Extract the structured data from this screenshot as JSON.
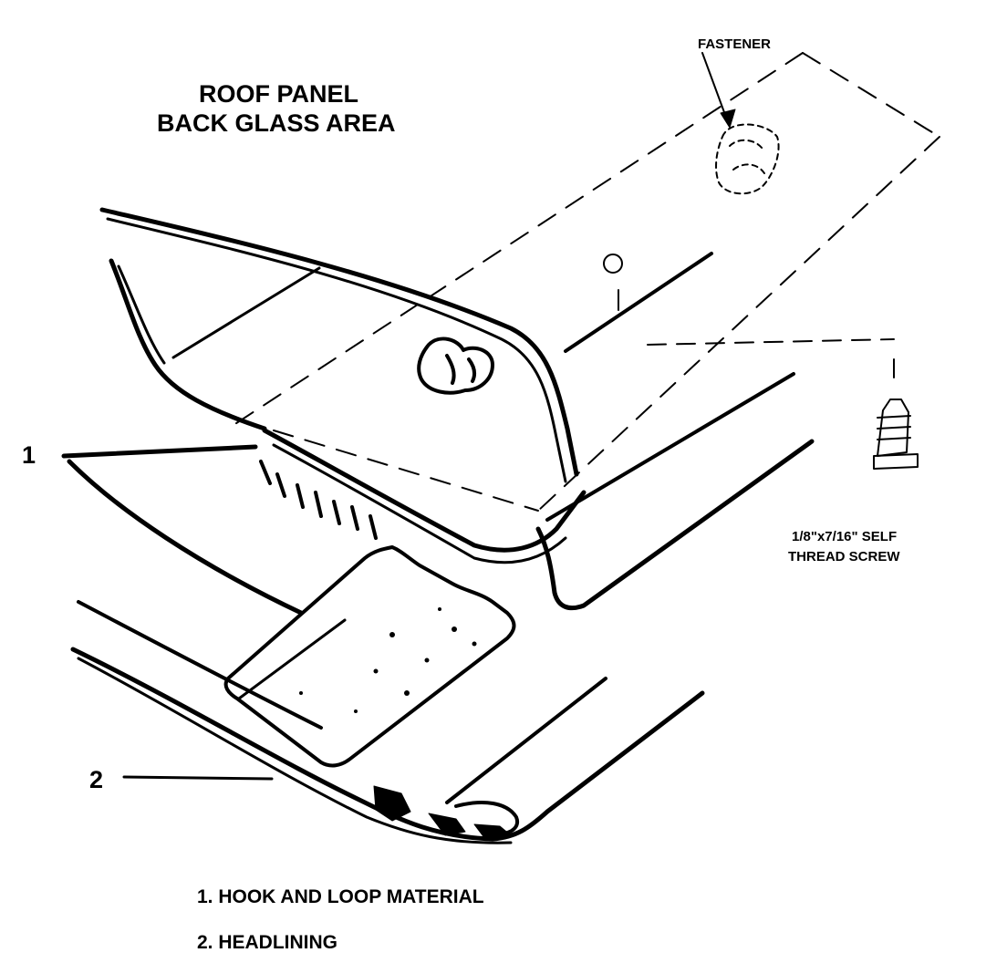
{
  "title": {
    "line1": "ROOF PANEL",
    "line2": "BACK GLASS AREA"
  },
  "labels": {
    "fastener": "FASTENER",
    "screw_line1": "1/8\"x7/16\" SELF",
    "screw_line2": "THREAD SCREW"
  },
  "callouts": {
    "one": "1",
    "two": "2"
  },
  "legend": [
    "1. HOOK AND LOOP MATERIAL",
    "2. HEADLINING"
  ],
  "colors": {
    "ink": "#000000",
    "paper": "#ffffff"
  }
}
